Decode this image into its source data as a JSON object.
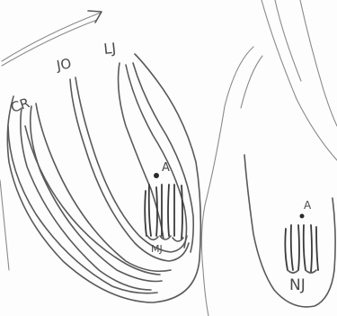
{
  "sketch": {
    "labels": {
      "cr": "CR",
      "jo": "JO",
      "lj": "LJ",
      "a_left": "A",
      "mj_left": "MJ",
      "a_right": "A",
      "mj_right": "NJ"
    }
  }
}
